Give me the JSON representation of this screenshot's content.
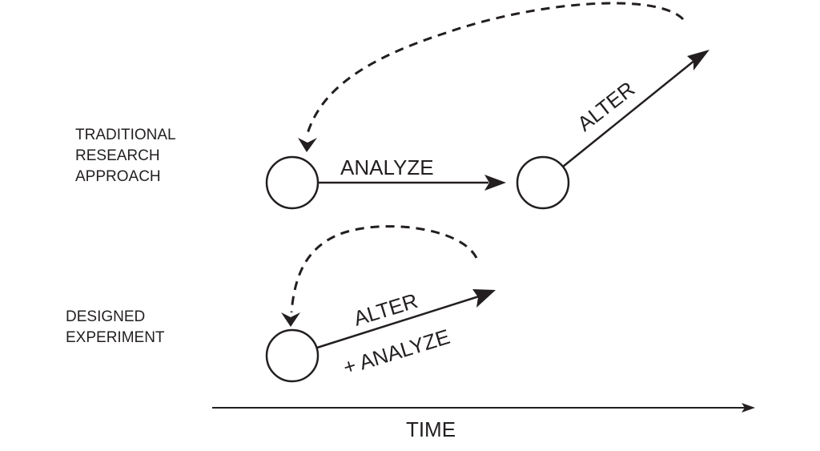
{
  "rows": {
    "traditional": {
      "label_lines": [
        "TRADITIONAL",
        "RESEARCH",
        "APPROACH"
      ],
      "analyze_label": "ANALYZE",
      "alter_label": "ALTER"
    },
    "designed": {
      "label_lines": [
        "DESIGNED",
        "EXPERIMENT"
      ],
      "alter_label": "ALTER",
      "analyze_label": "+ ANALYZE"
    }
  },
  "axis": {
    "label": "TIME"
  },
  "colors": {
    "ink": "#231f20",
    "background": "#ffffff"
  }
}
